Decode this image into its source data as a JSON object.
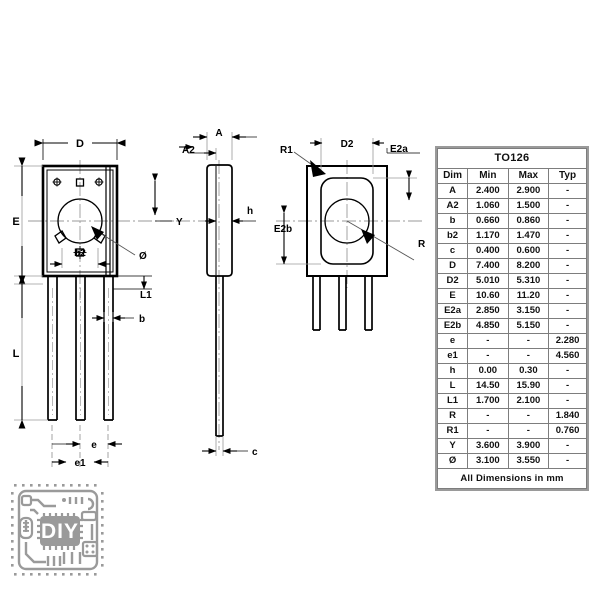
{
  "drawing": {
    "title": "TO126 package outline drawing",
    "views": [
      {
        "name": "front-view",
        "labels": [
          "D",
          "E",
          "b2",
          "L",
          "L1",
          "b",
          "e",
          "e1",
          "Ø",
          "Y"
        ]
      },
      {
        "name": "side-view",
        "labels": [
          "A",
          "A2",
          "h",
          "c"
        ]
      },
      {
        "name": "back-view",
        "labels": [
          "D2",
          "E2a",
          "E2b",
          "R",
          "R1"
        ]
      }
    ],
    "callouts": {
      "D": "D",
      "E": "E",
      "b2": "b2",
      "L": "L",
      "L1": "L1",
      "b": "b",
      "e": "e",
      "e1": "e1",
      "diameter": "Ø",
      "Y": "Y",
      "A": "A",
      "A2": "A2",
      "h": "h",
      "c": "c",
      "D2": "D2",
      "E2a": "E2a",
      "E2b": "E2b",
      "R": "R",
      "R1": "R1"
    }
  },
  "table": {
    "title": "TO126",
    "columns": [
      "Dim",
      "Min",
      "Max",
      "Typ"
    ],
    "rows": [
      {
        "dim": "A",
        "min": "2.400",
        "max": "2.900",
        "typ": "-"
      },
      {
        "dim": "A2",
        "min": "1.060",
        "max": "1.500",
        "typ": "-"
      },
      {
        "dim": "b",
        "min": "0.660",
        "max": "0.860",
        "typ": "-"
      },
      {
        "dim": "b2",
        "min": "1.170",
        "max": "1.470",
        "typ": "-"
      },
      {
        "dim": "c",
        "min": "0.400",
        "max": "0.600",
        "typ": "-"
      },
      {
        "dim": "D",
        "min": "7.400",
        "max": "8.200",
        "typ": "-"
      },
      {
        "dim": "D2",
        "min": "5.010",
        "max": "5.310",
        "typ": "-"
      },
      {
        "dim": "E",
        "min": "10.60",
        "max": "11.20",
        "typ": "-"
      },
      {
        "dim": "E2a",
        "min": "2.850",
        "max": "3.150",
        "typ": "-"
      },
      {
        "dim": "E2b",
        "min": "4.850",
        "max": "5.150",
        "typ": "-"
      },
      {
        "dim": "e",
        "min": "-",
        "max": "-",
        "typ": "2.280"
      },
      {
        "dim": "e1",
        "min": "-",
        "max": "-",
        "typ": "4.560"
      },
      {
        "dim": "h",
        "min": "0.00",
        "max": "0.30",
        "typ": "-"
      },
      {
        "dim": "L",
        "min": "14.50",
        "max": "15.90",
        "typ": "-"
      },
      {
        "dim": "L1",
        "min": "1.700",
        "max": "2.100",
        "typ": "-"
      },
      {
        "dim": "R",
        "min": "-",
        "max": "-",
        "typ": "1.840"
      },
      {
        "dim": "R1",
        "min": "-",
        "max": "-",
        "typ": "0.760"
      },
      {
        "dim": "Y",
        "min": "3.600",
        "max": "3.900",
        "typ": "-"
      },
      {
        "dim": "Ø",
        "min": "3.100",
        "max": "3.550",
        "typ": "-"
      }
    ],
    "footer": "All Dimensions in mm"
  },
  "logo": {
    "text": "DIY",
    "name": "diy-pcb-logo",
    "color": "#9a9a9a"
  },
  "colors": {
    "line": "#000000",
    "center_line": "#9a9a9a",
    "table_border": "#7d7d7d",
    "logo": "#9a9a9a",
    "background": "#ffffff"
  }
}
